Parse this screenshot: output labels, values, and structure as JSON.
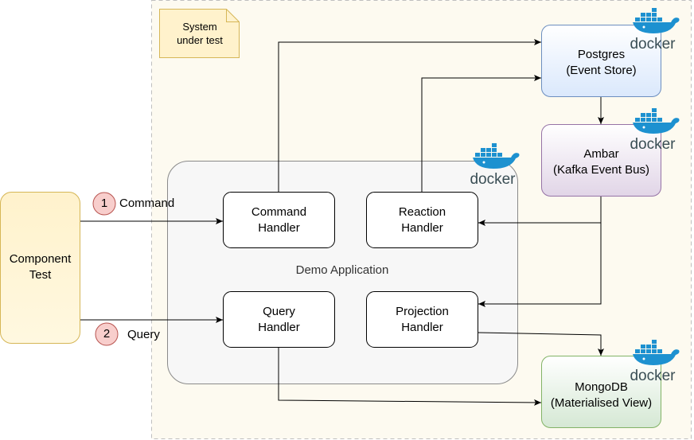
{
  "note": {
    "text": "System\nunder test"
  },
  "component_test": {
    "label": "Component\nTest"
  },
  "steps": [
    {
      "number": "1",
      "label": "Command"
    },
    {
      "number": "2",
      "label": "Query"
    }
  ],
  "demo_app": {
    "label": "Demo Application"
  },
  "handlers": {
    "command": "Command\nHandler",
    "reaction": "Reaction\nHandler",
    "query": "Query\nHandler",
    "projection": "Projection\nHandler"
  },
  "services": {
    "postgres": "Postgres\n(Event Store)",
    "ambar": "Ambar\n(Kafka Event Bus)",
    "mongodb": "MongoDB\n(Materialised View)"
  },
  "docker_label": "docker",
  "colors": {
    "sut_fill": "#fdfaf0",
    "note_fill": "#fff2cc",
    "note_stroke": "#d6b656",
    "test_fill": "#fff2cc",
    "test_stroke": "#d6b656",
    "postgres_fill": "#dae8fc",
    "postgres_stroke": "#6c8ebf",
    "ambar_fill": "#e1d5e7",
    "ambar_stroke": "#9673a6",
    "mongo_fill": "#d5e8d4",
    "mongo_stroke": "#82b366",
    "step_fill": "#f8cecc",
    "step_stroke": "#b85450",
    "docker_blue": "#1d91d0"
  }
}
